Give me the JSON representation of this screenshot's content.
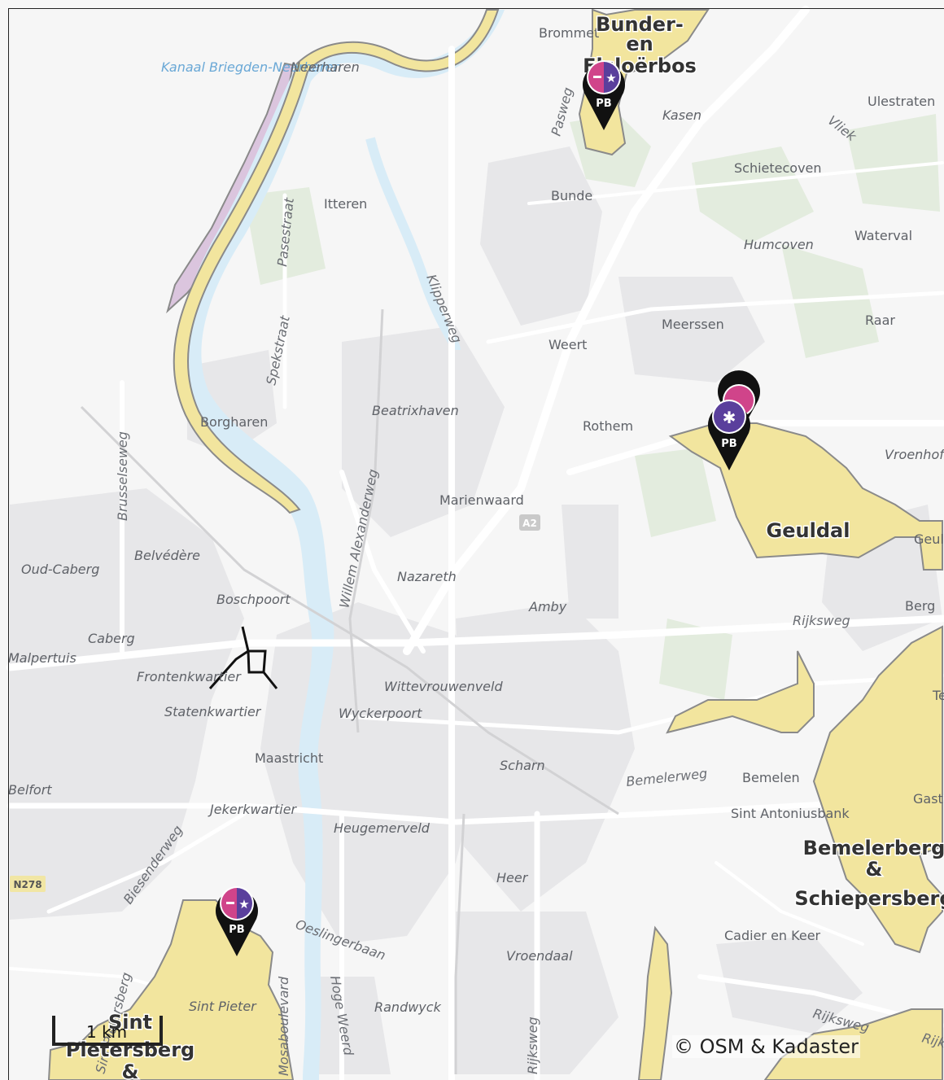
{
  "map": {
    "places": [
      "Brommet",
      "Neerharen",
      "Itteren",
      "Bunde",
      "Kasen",
      "Ulestraten",
      "Schietecoven",
      "Waterval",
      "Humcoven",
      "Meerssen",
      "Raar",
      "Weert",
      "Borgharen",
      "Rothem",
      "Vroenhof",
      "Marienwaard",
      "Beatrixhaven",
      "Nazareth",
      "Belvédère",
      "Oud-Caberg",
      "Boschpoort",
      "Caberg",
      "Malpertuis",
      "Frontenkwartier",
      "Statenkwartier",
      "Wittevrouwenveld",
      "Wyckerpoort",
      "Maastricht",
      "Amby",
      "Berg",
      "Scharn",
      "Bemelen",
      "Sint Antoniusbank",
      "Jekerkwartier",
      "Heugemerveld",
      "Heer",
      "Cadier en Keer",
      "Vroendaal",
      "Randwyck",
      "Sint Pieter",
      "Belfort",
      "Gasthuis",
      "Terblijt",
      "Geulhem"
    ],
    "streets": [
      "Pasweg",
      "Vliek",
      "Pasestraat",
      "Spekstraat",
      "Klipperweg",
      "Willem Alexanderweg",
      "Brusselseweg",
      "Biesenderweg",
      "Bemelerweg",
      "Oeslingerbaan",
      "Hoge Weerd",
      "Rijksweg",
      "Rijksweg",
      "Rijksweg",
      "Rijksweg",
      "Mosaboulevard",
      "Sint Pietersberg"
    ],
    "water": "Kanaal Briegden-Neerharen",
    "road_shields": [
      "A2",
      "N278"
    ],
    "areas": [
      {
        "name_lines": [
          "Bunder-",
          "en",
          "Elsloërbos"
        ]
      },
      {
        "name_lines": [
          "Geuldal"
        ]
      },
      {
        "name_lines": [
          "Bemelerberg",
          "&",
          "Schiepersberg"
        ]
      },
      {
        "name_lines": [
          "Sint",
          "Pietersberg",
          "&"
        ]
      }
    ],
    "markers": [
      {
        "label": "PB",
        "type": "mixed"
      },
      {
        "label": "PB",
        "type": "stacked"
      },
      {
        "label": "PB",
        "type": "mixed"
      }
    ]
  },
  "scale": {
    "label": "1 km"
  },
  "attribution": "© OSM & Kadaster",
  "colors": {
    "area_fill": "#f2e59e",
    "area_stroke": "#8a8a8a",
    "water": "#dceef8",
    "built": "#e5e5e7",
    "forest": "#e1ebdc",
    "marker_pink": "#d0448a",
    "marker_purple": "#5a3f9c",
    "marker_black": "#111111",
    "pink_area": "#dcc6df"
  }
}
